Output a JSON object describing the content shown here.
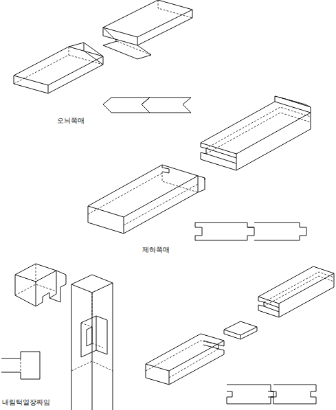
{
  "diagram": {
    "labels": [
      "오늬쪽매",
      "제혀쪽매",
      "내림턱열장짜임"
    ]
  }
}
